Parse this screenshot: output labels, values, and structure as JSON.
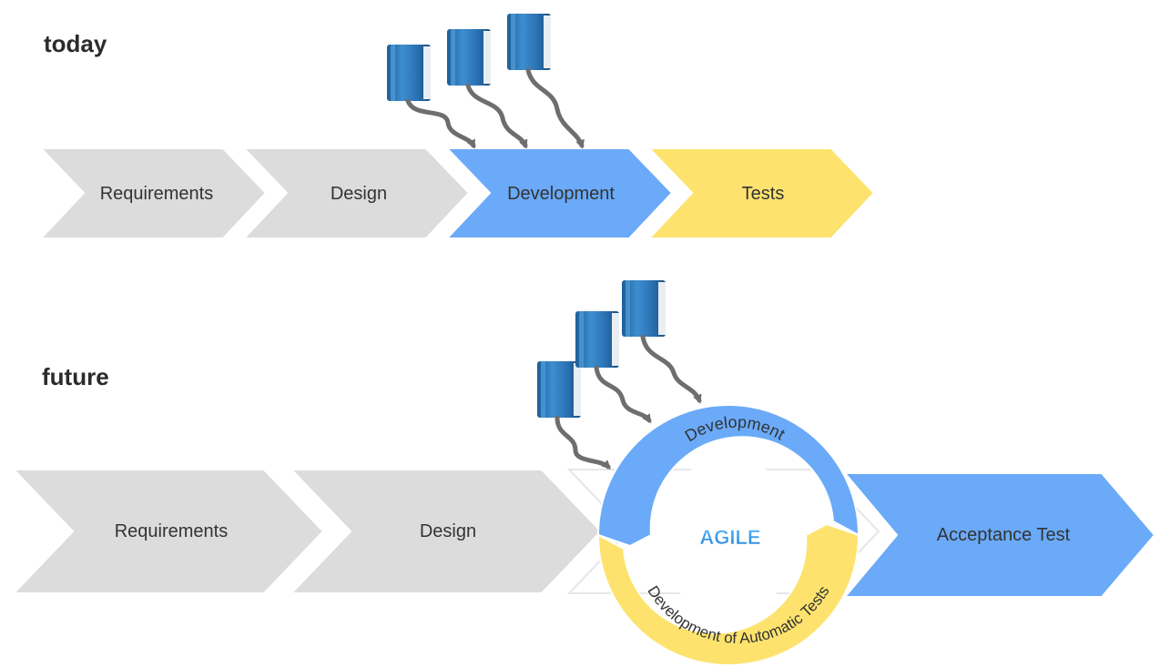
{
  "sections": {
    "today": {
      "heading": "today",
      "steps": [
        {
          "label": "Requirements",
          "color": "#dcdcdc"
        },
        {
          "label": "Design",
          "color": "#dcdcdc"
        },
        {
          "label": "Development",
          "color": "#6aaaf8"
        },
        {
          "label": "Tests",
          "color": "#fde36e"
        }
      ],
      "book_count": 3
    },
    "future": {
      "heading": "future",
      "steps": [
        {
          "label": "Requirements",
          "color": "#dcdcdc"
        },
        {
          "label": "Design",
          "color": "#dcdcdc"
        },
        {
          "label": "Acceptance Test",
          "color": "#6aaaf8"
        }
      ],
      "cycle": {
        "center_label": "AGILE",
        "top_arc_label": "Development",
        "bottom_arc_label": "Development of Automatic Tests",
        "top_color": "#6aaaf8",
        "bottom_color": "#fde36e",
        "center_text_color": "#2e8fe0"
      },
      "book_count": 3
    }
  },
  "colors": {
    "arrow_connector": "#6e6e6e",
    "book": "#2f78b8",
    "text": "#333333"
  },
  "icons": {
    "book": "book-icon",
    "connector": "curved-arrow"
  }
}
